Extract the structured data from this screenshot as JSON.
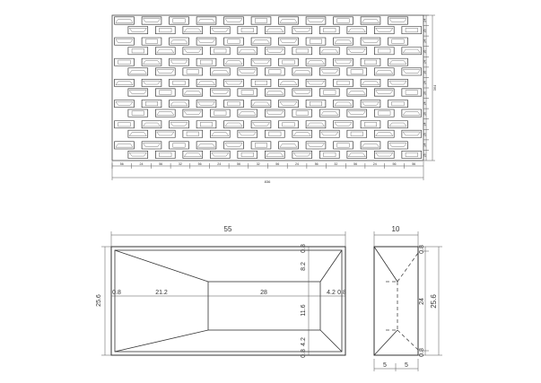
{
  "elevation": {
    "rows": 7,
    "bottom_dims": [
      "56",
      "24",
      "56",
      "32",
      "56",
      "24",
      "56",
      "32",
      "56",
      "24",
      "56",
      "32",
      "56",
      "24",
      "56",
      "56"
    ],
    "total_width": "836",
    "right_dims": [
      "24",
      "26",
      "24",
      "26",
      "24",
      "26",
      "24",
      "26",
      "24",
      "26",
      "24",
      "26",
      "24",
      "26"
    ],
    "total_height": "364"
  },
  "plan": {
    "width_label": "55",
    "height_label": "25.6",
    "left_margin": "0.8",
    "left_taper": "21.2",
    "opening_length": "28",
    "right_taper": "4.2",
    "right_margin": "0.8",
    "top_margin": "0.8",
    "top_taper": "8.2",
    "opening_height": "11.6",
    "bottom_taper": "4.2",
    "bottom_margin": "0.8"
  },
  "section": {
    "width_label": "10",
    "half_left": "5",
    "half_right": "5",
    "top_margin": "0.8",
    "inner_height": "24",
    "bottom_margin": "0.8",
    "total_height": "25.6"
  }
}
